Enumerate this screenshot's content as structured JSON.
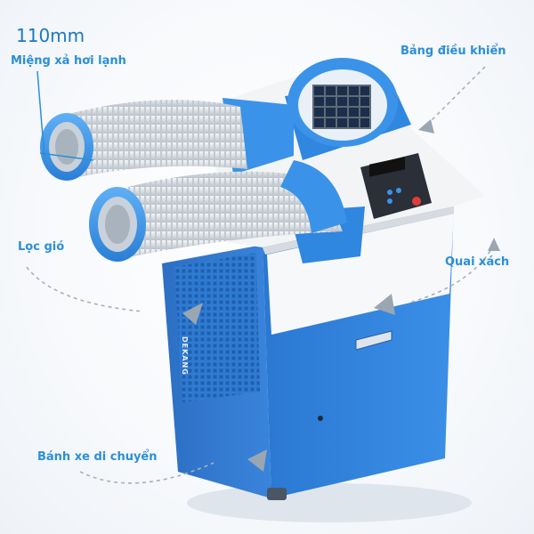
{
  "labels": {
    "diameter": "110mm",
    "outlet": "Miệng xả hơi lạnh",
    "control_panel": "Bảng điều khiển",
    "air_filter": "Lọc gió",
    "handle": "Quai xách",
    "wheels": "Bánh xe di chuyển"
  },
  "brand": "DEKANG",
  "colors": {
    "label": "#2b8fd8",
    "body_blue": "#2f7fd6",
    "hose_blue": "#3a93e8",
    "top_white": "#f4f5f7",
    "arrow_gray": "#9aa6b2"
  }
}
